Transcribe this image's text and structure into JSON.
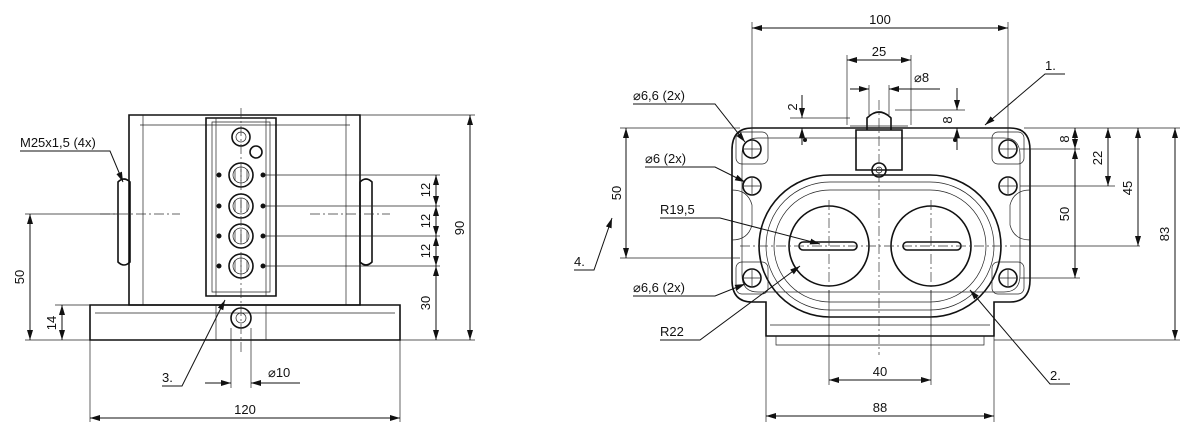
{
  "left_view": {
    "dims": {
      "thread": "M25x1,5 (4x)",
      "h50": "50",
      "h14": "14",
      "h30": "30",
      "h90": "90",
      "s12a": "12",
      "s12b": "12",
      "s12c": "12",
      "w120": "120",
      "dia10": "10"
    },
    "callouts": {
      "c3": "3."
    }
  },
  "right_view": {
    "dims": {
      "w100": "100",
      "w25": "25",
      "dia8": "8",
      "d2": "2",
      "d8a": "8",
      "dia66_top": "6,6 (2x)",
      "dia6": "6 (2x)",
      "dia66_bot": "6,6 (2x)",
      "r195": "R19,5",
      "r22": "R22",
      "v50_left": "50",
      "v8": "8",
      "v22": "22",
      "v50_right": "50",
      "v45": "45",
      "v83": "83",
      "w40": "40",
      "w88": "88"
    },
    "callouts": {
      "c1": "1.",
      "c2": "2.",
      "c4": "4."
    }
  },
  "colors": {
    "line": "#111111",
    "background": "#ffffff"
  }
}
